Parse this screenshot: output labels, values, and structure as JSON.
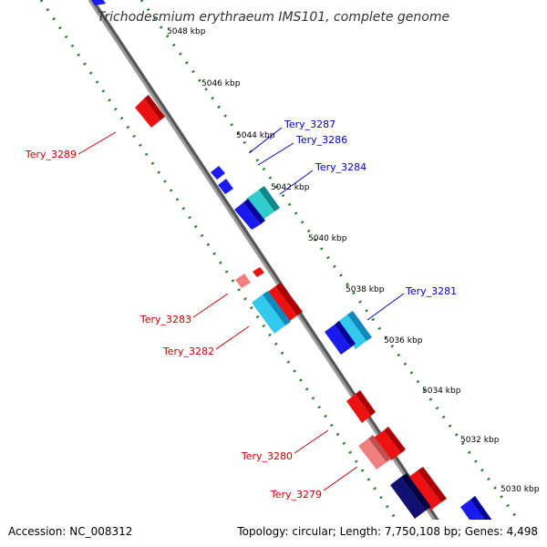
{
  "title": "Trichodesmium erythraeum IMS101, complete genome",
  "footer": {
    "accession": "Accession: NC_008312",
    "summary": "Topology: circular; Length: 7,750,108 bp; Genes: 4,498"
  },
  "colors": {
    "backbone": "#8a8a8a",
    "backbone_dark": "#555555",
    "ticks": "#1f7a1f",
    "forward_label": "#0000cc",
    "reverse_label": "#cc0000",
    "red": "#ee1111",
    "pink": "#f08080",
    "blue": "#1a1aee",
    "cyan": "#33c8ee",
    "teal": "#22cccc",
    "navy": "#101070"
  },
  "scale_labels": [
    "5048 kbp",
    "5046 kbp",
    "5044 kbp",
    "5042 kbp",
    "5040 kbp",
    "5038 kbp",
    "5036 kbp",
    "5034 kbp",
    "5032 kbp",
    "5030 kbp"
  ],
  "gene_labels": {
    "forward": [
      "Tery_3287",
      "Tery_3286",
      "Tery_3284",
      "Tery_3281"
    ],
    "reverse": [
      "Tery_3289",
      "Tery_3283",
      "Tery_3282",
      "Tery_3280",
      "Tery_3279"
    ]
  }
}
